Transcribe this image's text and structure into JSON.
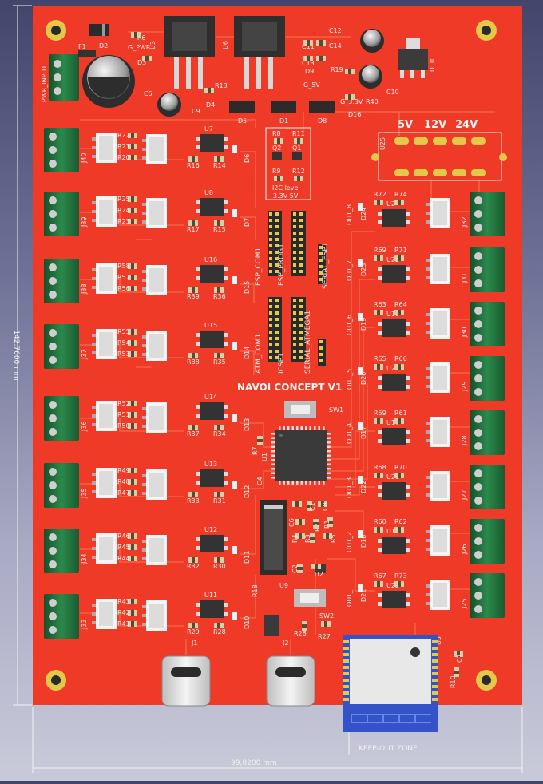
{
  "board": {
    "title": "NAVOI CONCEPT V1",
    "width_dim": "99,8200 mm",
    "height_dim": "142,7600 mm",
    "keepout": "KEEP-OUT ZONE",
    "power_input": "PWR_INPUT",
    "voltage_labels": [
      "5V",
      "12V",
      "24V"
    ],
    "i2c_label_1": "I2C level",
    "i2c_label_2": "3.3V 5V",
    "headers": [
      "ESP_COM1",
      "ESP_PROG1",
      "SERIAL_ESP1",
      "ATM_COM1",
      "ICSP1",
      "SERIAL_ATMEGA1"
    ],
    "top_refs": [
      "F1",
      "D2",
      "R6",
      "G_PWR",
      "D3",
      "U3",
      "U6",
      "C5",
      "R13",
      "D4",
      "C9",
      "D5",
      "D1",
      "D8",
      "C12",
      "C14",
      "C11",
      "C13",
      "D9",
      "G_5V",
      "R19",
      "G_3.3V",
      "R40",
      "D16",
      "C10",
      "U10"
    ],
    "misc_refs": [
      "SW1",
      "SW2",
      "R7",
      "U1",
      "C4",
      "C6",
      "C2",
      "C1",
      "C8",
      "R1",
      "R2",
      "R3",
      "R4",
      "R5",
      "U2",
      "R18",
      "U9",
      "R26",
      "R27",
      "U5",
      "R10",
      "C7",
      "J1",
      "J2",
      "U25"
    ]
  },
  "inputs": [
    {
      "conn": "J40",
      "refs": [
        "R22",
        "R21",
        "R20"
      ],
      "opto": "U7",
      "r1": "R16",
      "r2": "R14",
      "led": "D6"
    },
    {
      "conn": "J39",
      "refs": [
        "R25",
        "R24",
        "R23"
      ],
      "opto": "U8",
      "r1": "R17",
      "r2": "R15",
      "led": "D7"
    },
    {
      "conn": "J38",
      "refs": [
        "R58",
        "R57",
        "R56"
      ],
      "opto": "U16",
      "r1": "R39",
      "r2": "R36",
      "led": "D15"
    },
    {
      "conn": "J37",
      "refs": [
        "R55",
        "R54",
        "R53"
      ],
      "opto": "U15",
      "r1": "R38",
      "r2": "R35",
      "led": "D14"
    },
    {
      "conn": "J36",
      "refs": [
        "R52",
        "R51",
        "R50"
      ],
      "opto": "U14",
      "r1": "R37",
      "r2": "R34",
      "led": "D13"
    },
    {
      "conn": "J35",
      "refs": [
        "R49",
        "R48",
        "R47"
      ],
      "opto": "U13",
      "r1": "R33",
      "r2": "R31",
      "led": "D12"
    },
    {
      "conn": "J34",
      "refs": [
        "R46",
        "R45",
        "R44"
      ],
      "opto": "U12",
      "r1": "R32",
      "r2": "R30",
      "led": "D11"
    },
    {
      "conn": "J33",
      "refs": [
        "R43",
        "R42",
        "R41"
      ],
      "opto": "U11",
      "r1": "R29",
      "r2": "R28",
      "led": "D10"
    }
  ],
  "outputs": [
    {
      "name": "OUT_8",
      "conn": "J32",
      "ra": "R72",
      "rb": "R74",
      "ic": "U24",
      "led": "D24"
    },
    {
      "name": "OUT_7",
      "conn": "J31",
      "ra": "R69",
      "rb": "R71",
      "ic": "U22",
      "led": "D23"
    },
    {
      "name": "OUT_6",
      "conn": "J30",
      "ra": "R63",
      "rb": "R64",
      "ic": "U19",
      "led": "D19"
    },
    {
      "name": "OUT_5",
      "conn": "J29",
      "ra": "R65",
      "rb": "R66",
      "ic": "U20",
      "led": "D20"
    },
    {
      "name": "OUT_4",
      "conn": "J28",
      "ra": "R59",
      "rb": "R61",
      "ic": "U17",
      "led": "D17"
    },
    {
      "name": "OUT_3",
      "conn": "J27",
      "ra": "R68",
      "rb": "R70",
      "ic": "U21",
      "led": "D22"
    },
    {
      "name": "OUT_2",
      "conn": "J26",
      "ra": "R60",
      "rb": "R62",
      "ic": "U18",
      "led": "D18"
    },
    {
      "name": "OUT_1",
      "conn": "J25",
      "ra": "R67",
      "rb": "R73",
      "ic": "U23",
      "led": "D21"
    }
  ],
  "i2c_refs": [
    "R8",
    "R11",
    "Q2",
    "Q1",
    "R9",
    "R12"
  ],
  "colors": {
    "board": "#ee3a26",
    "trace": "#f86a4a",
    "connector": "#1f6d3c",
    "ic": "#3b3b3b",
    "pad": "#e8e2c0",
    "gold": "#e3c84a",
    "silk": "#f2f2f2",
    "esp_blue": "#3553c8"
  }
}
